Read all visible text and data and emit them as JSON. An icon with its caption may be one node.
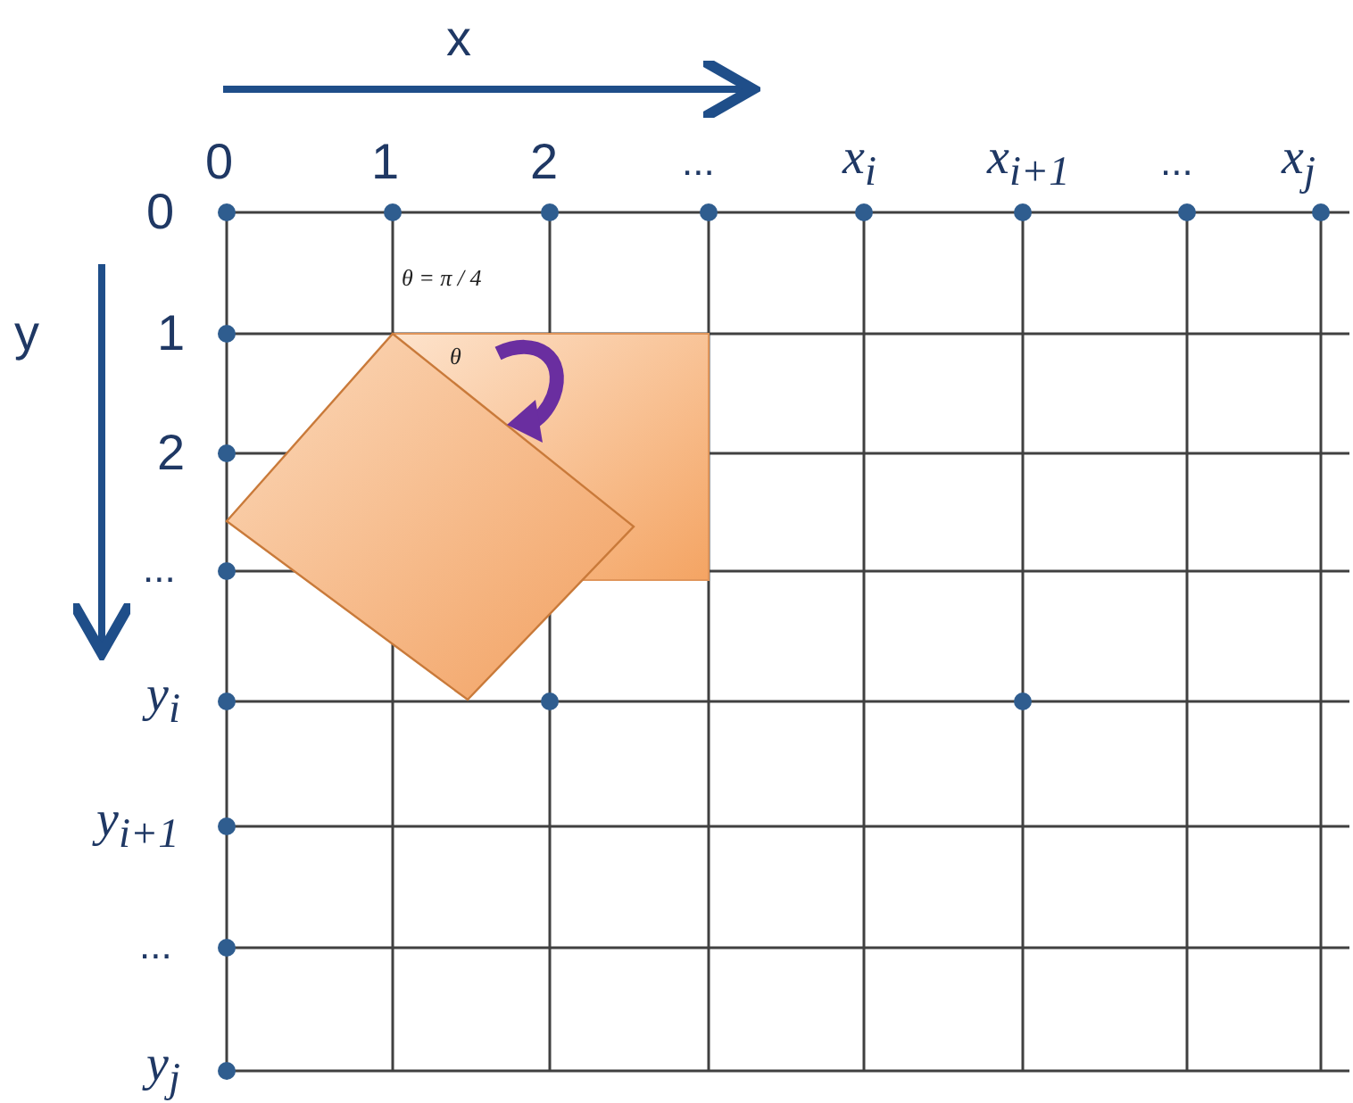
{
  "diagram": {
    "labels": [
      "x",
      "0",
      "1",
      "2",
      "...",
      "x$_{i}$",
      "x$_{i+1}$",
      "...",
      "x$_{j}$",
      "y",
      "0",
      "1",
      "2",
      "...",
      "y$_{i}$",
      "y$_{i+1}$",
      "...",
      "y$_{j}$",
      "θ = π / 4",
      "θ"
    ]
  }
}
